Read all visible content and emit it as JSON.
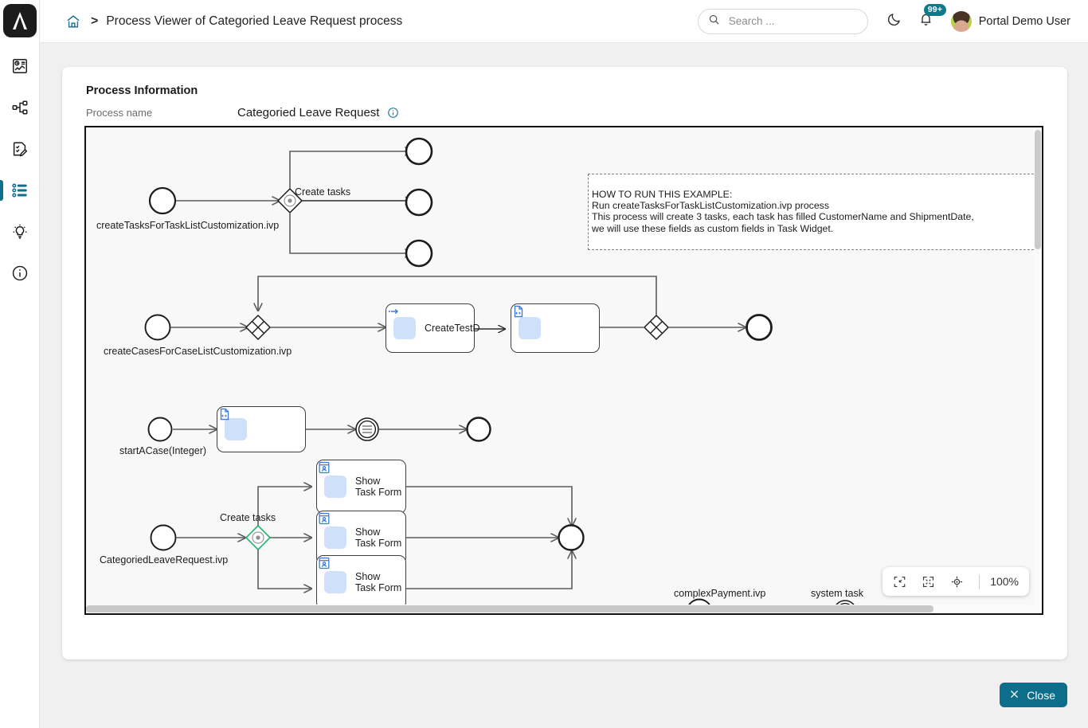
{
  "sidebar": {
    "logo_name": "axon-logo",
    "items": [
      {
        "name": "dashboard-icon",
        "label": "Dashboard"
      },
      {
        "name": "processes-icon",
        "label": "Processes"
      },
      {
        "name": "tasks-icon",
        "label": "Tasks"
      },
      {
        "name": "cases-icon",
        "label": "Cases"
      },
      {
        "name": "insights-icon",
        "label": "Insights"
      },
      {
        "name": "about-icon",
        "label": "About"
      }
    ],
    "active_index": 3
  },
  "header": {
    "home_label": "Home",
    "breadcrumb_separator": ">",
    "title": "Process Viewer of Categoried Leave Request process",
    "search": {
      "placeholder": "Search ...",
      "value": ""
    },
    "theme_toggle": "dark-mode-icon",
    "notifications": {
      "icon": "bell-icon",
      "badge": "99+"
    },
    "user": {
      "name": "Portal Demo User",
      "avatar": "user-avatar"
    }
  },
  "card": {
    "section_title": "Process Information",
    "process_name_label": "Process name",
    "process_name_value": "Categoried Leave Request",
    "info_icon": "info-icon"
  },
  "diagram": {
    "annotation": {
      "line1": "HOW TO RUN THIS EXAMPLE:",
      "line2": "Run createTasksForTaskListCustomization.ivp process",
      "line3": "This process will create 3 tasks, each task has filled CustomerName and ShipmentDate,",
      "line4": "we will use these fields as custom fields in Task Widget."
    },
    "labels": {
      "start1": "createTasksForTaskListCustomization.ivp",
      "gateway1": "Create tasks",
      "start2": "createCasesForCaseListCustomization.ivp",
      "task_create_test": "CreateTestD",
      "start3": "startACase(Integer)",
      "start4": "CategoriedLeaveRequest.ivp",
      "gateway4": "Create tasks",
      "task_form_1_line1": "Show",
      "task_form_1_line2": "Task Form",
      "task_form_2_line1": "Show",
      "task_form_2_line2": "Task Form",
      "task_form_3_line1": "Show",
      "task_form_3_line2": "Task Form",
      "bottom1": "complexPayment.ivp",
      "bottom2": "system task"
    }
  },
  "zoom_toolbar": {
    "fit_to_screen_icon": "fit-to-screen-icon",
    "expand_icon": "expand-icon",
    "center_icon": "reset-center-icon",
    "level": "100%"
  },
  "footer": {
    "close_label": "Close",
    "close_icon": "close-x-icon"
  },
  "colors": {
    "accent": "#0d6e8c",
    "badge": "#107a8c",
    "task_icon_bg": "#cfe0fb",
    "gateway_active": "#22b573"
  }
}
